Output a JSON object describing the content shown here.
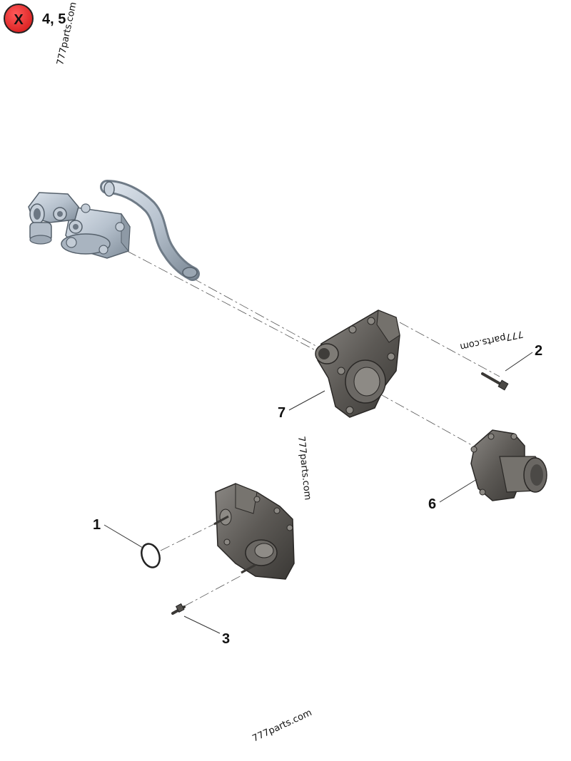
{
  "badge": {
    "icon": "x-circle-icon",
    "symbol": "X",
    "color": "#e8262a",
    "label": "4, 5"
  },
  "callouts": [
    {
      "id": "1",
      "label": "1"
    },
    {
      "id": "2",
      "label": "2"
    },
    {
      "id": "3",
      "label": "3"
    },
    {
      "id": "6",
      "label": "6"
    },
    {
      "id": "7",
      "label": "7"
    }
  ],
  "watermarks": [
    {
      "id": "top-left",
      "text": "777parts.com"
    },
    {
      "id": "right",
      "text": "777parts.com"
    },
    {
      "id": "middle",
      "text": "777parts.com"
    },
    {
      "id": "bottom",
      "text": "777parts.com"
    }
  ],
  "colors": {
    "thermostat_housing": "#b9c4d0",
    "dark_parts": "#5a5753"
  }
}
